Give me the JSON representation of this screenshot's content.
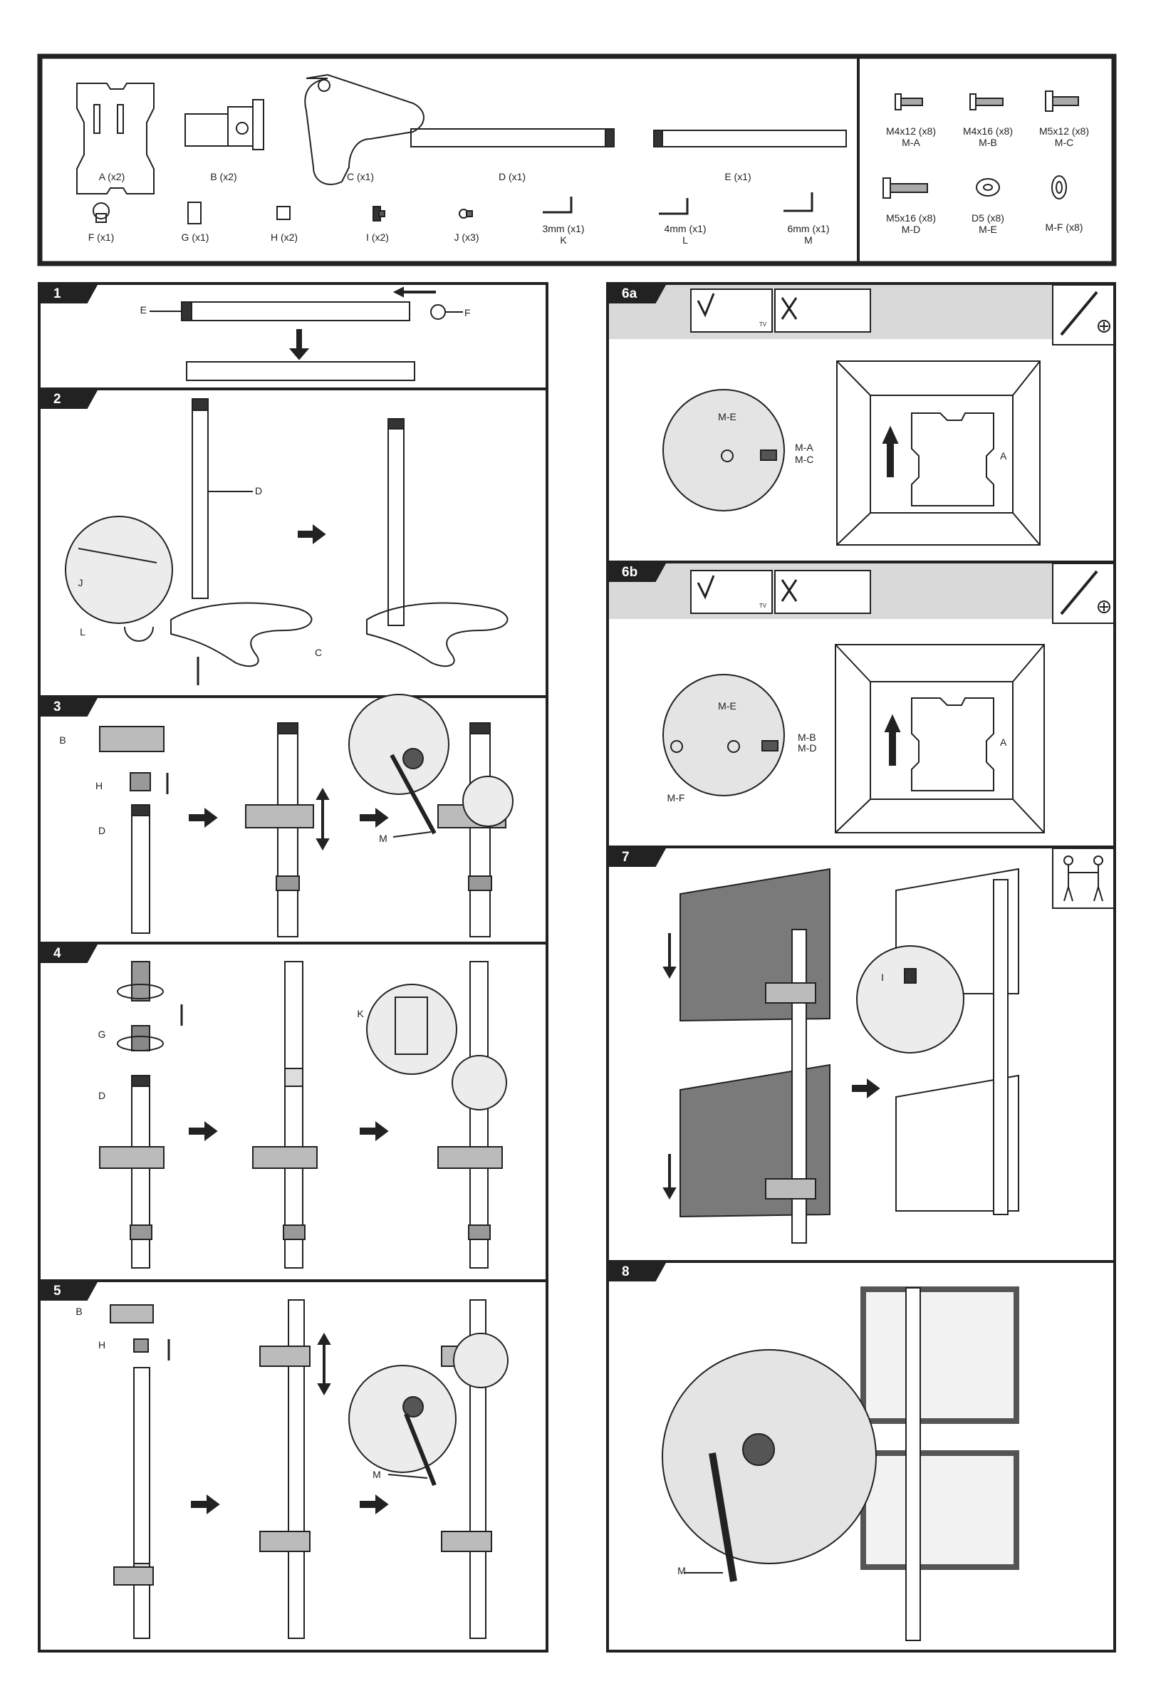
{
  "parts": [
    {
      "label": "A (x2)",
      "item": "mounting-plate"
    },
    {
      "label": "B (x2)",
      "item": "arm-clamp"
    },
    {
      "label": "C (x1)",
      "item": "base"
    },
    {
      "label": "D (x1)",
      "item": "pole"
    },
    {
      "label": "E (x1)",
      "item": "pole-extension"
    },
    {
      "label": "F (x1)",
      "item": "end-cap"
    },
    {
      "label": "G (x1)",
      "item": "connector-sleeve"
    },
    {
      "label": "H (x2)",
      "item": "collar"
    },
    {
      "label": "I (x2)",
      "item": "thumb-screw"
    },
    {
      "label": "J (x3)",
      "item": "base-screw"
    },
    {
      "label": "3mm (x1)",
      "code": "K",
      "item": "allen-key"
    },
    {
      "label": "4mm (x1)",
      "code": "L",
      "item": "allen-key"
    },
    {
      "label": "6mm (x1)",
      "code": "M",
      "item": "allen-key"
    }
  ],
  "hardware": [
    {
      "size": "M4x12 (x8)",
      "code": "M-A"
    },
    {
      "size": "M4x16 (x8)",
      "code": "M-B"
    },
    {
      "size": "M5x12 (x8)",
      "code": "M-C"
    },
    {
      "size": "M5x16 (x8)",
      "code": "M-D"
    },
    {
      "size": "D5 (x8)",
      "code": "M-E"
    },
    {
      "size": "",
      "code": "M-F (x8)"
    }
  ],
  "steps": {
    "s1": {
      "badge": "1",
      "labels": [
        "E",
        "F"
      ]
    },
    "s2": {
      "badge": "2",
      "labels": [
        "D",
        "J",
        "L",
        "C"
      ]
    },
    "s3": {
      "badge": "3",
      "labels": [
        "B",
        "H",
        "D",
        "M"
      ]
    },
    "s4": {
      "badge": "4",
      "labels": [
        "G",
        "D",
        "K"
      ]
    },
    "s5": {
      "badge": "5",
      "labels": [
        "B",
        "H",
        "M"
      ]
    },
    "s6a": {
      "badge": "6a",
      "labels": [
        "M-E",
        "M-A",
        "M-C",
        "A"
      ],
      "tool": "phillips-screwdriver-icon",
      "tv_tag": "TV"
    },
    "s6b": {
      "badge": "6b",
      "labels": [
        "M-E",
        "M-B",
        "M-D",
        "M-F",
        "A"
      ],
      "tool": "phillips-screwdriver-icon",
      "tv_tag": "TV"
    },
    "s7": {
      "badge": "7",
      "labels": [
        "I"
      ],
      "icon": "two-person-lift-icon"
    },
    "s8": {
      "badge": "8",
      "labels": [
        "M"
      ]
    }
  },
  "colors": {
    "frame": "#1e1e1e",
    "header_band": "#d9d9d9",
    "monitor_dark": "#7a7a7a"
  }
}
